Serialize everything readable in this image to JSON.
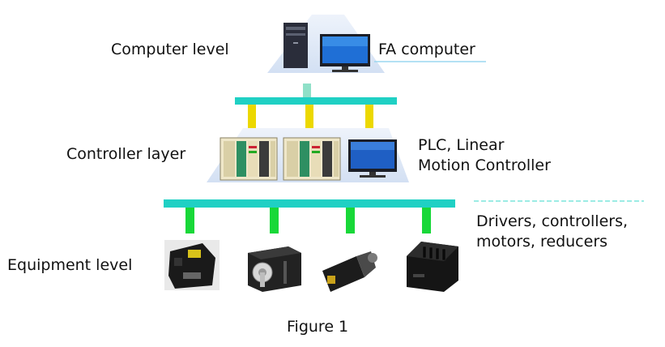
{
  "levels": {
    "computer": "Computer level",
    "controller": "Controller layer",
    "equipment": "Equipment level"
  },
  "descriptions": {
    "computer": "FA computer",
    "controller_line1": "PLC, Linear",
    "controller_line2": "Motion Controller",
    "equipment_line1": "Drivers, controllers,",
    "equipment_line2": "motors, reducers"
  },
  "caption": "Figure 1",
  "colors": {
    "bus": "#1fd0c4",
    "controller_link": "#ecd800",
    "equipment_link": "#18d838",
    "computer_link": "#8fe0c8",
    "tier_background": "#dbe6f5"
  },
  "icons": {
    "computer": [
      "tower-pc-icon",
      "monitor-icon"
    ],
    "controllers": [
      "plc-unit-icon",
      "plc-unit-icon",
      "monitor-icon"
    ],
    "equipment": [
      "servo-driver-icon",
      "stepper-motor-icon",
      "gear-motor-icon",
      "motion-controller-icon"
    ]
  }
}
